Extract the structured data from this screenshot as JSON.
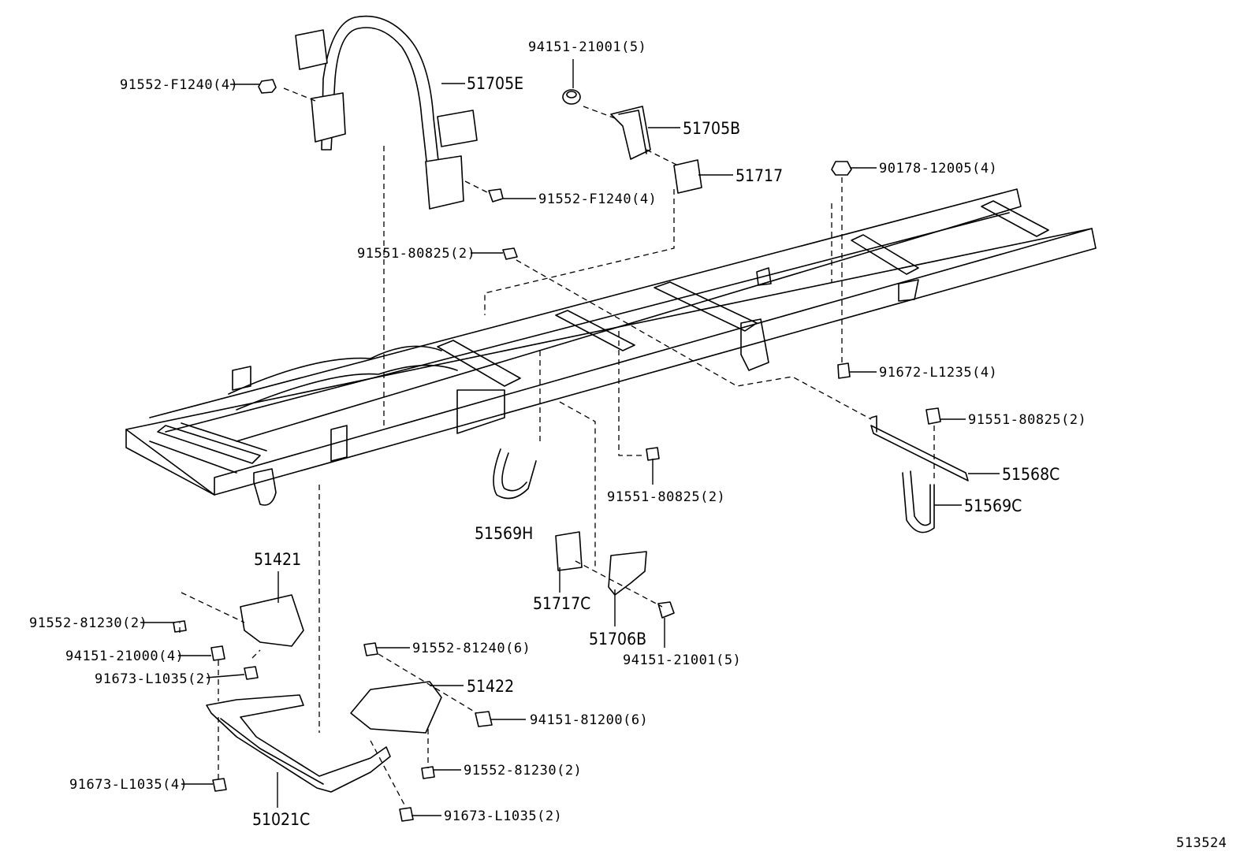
{
  "diagram_id": "513524",
  "labels": [
    {
      "key": "bolt-left-upper",
      "text": "91552-F1240(4)"
    },
    {
      "key": "arch-bracket",
      "text": "51705E"
    },
    {
      "key": "washer-upper",
      "text": "94151-21001(5)"
    },
    {
      "key": "bracket-b",
      "text": "51705B"
    },
    {
      "key": "clip-17",
      "text": "51717"
    },
    {
      "key": "bolt-arch-lower",
      "text": "91552-F1240(4)"
    },
    {
      "key": "nut-upper-right",
      "text": "90178-12005(4)"
    },
    {
      "key": "bolt-mid",
      "text": "91551-80825(2)"
    },
    {
      "key": "bolt-right-frame",
      "text": "91672-L1235(4)"
    },
    {
      "key": "bolt-right",
      "text": "91551-80825(2)"
    },
    {
      "key": "bracket-568c",
      "text": "51568C"
    },
    {
      "key": "clamp-569c",
      "text": "51569C"
    },
    {
      "key": "bolt-center",
      "text": "91551-80825(2)"
    },
    {
      "key": "clamp-569h",
      "text": "51569H"
    },
    {
      "key": "mount-421",
      "text": "51421"
    },
    {
      "key": "clip-717c",
      "text": "51717C"
    },
    {
      "key": "bracket-706b",
      "text": "51706B"
    },
    {
      "key": "washer-lower",
      "text": "94151-21001(5)"
    },
    {
      "key": "bolt-81230-left",
      "text": "91552-81230(2)"
    },
    {
      "key": "nut-21000",
      "text": "94151-21000(4)"
    },
    {
      "key": "bolt-l1035-left",
      "text": "91673-L1035(2)"
    },
    {
      "key": "bolt-81240",
      "text": "91552-81240(6)"
    },
    {
      "key": "mount-422",
      "text": "51422"
    },
    {
      "key": "nut-81200",
      "text": "94151-81200(6)"
    },
    {
      "key": "bolt-81230-right",
      "text": "91552-81230(2)"
    },
    {
      "key": "bolt-l1035-bottom",
      "text": "91673-L1035(4)"
    },
    {
      "key": "bolt-l1035-lower",
      "text": "91673-L1035(2)"
    },
    {
      "key": "crossmember",
      "text": "51021C"
    }
  ]
}
